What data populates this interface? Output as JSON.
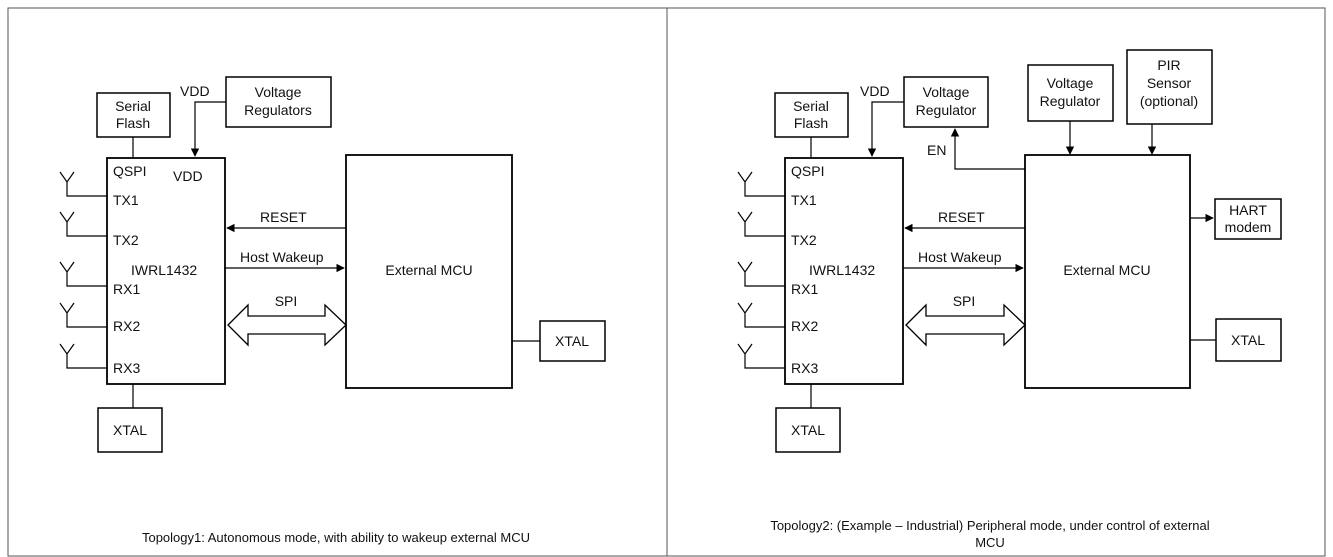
{
  "topology1": {
    "serial_flash": [
      "Serial",
      "Flash"
    ],
    "voltage_regulators": [
      "Voltage",
      "Regulators"
    ],
    "vdd_wire": "VDD",
    "qspi": "QSPI",
    "vdd_pin": "VDD",
    "tx1": "TX1",
    "tx2": "TX2",
    "chip": "IWRL1432",
    "rx1": "RX1",
    "rx2": "RX2",
    "rx3": "RX3",
    "xtal_chip": "XTAL",
    "reset": "RESET",
    "host_wakeup": "Host Wakeup",
    "spi": "SPI",
    "mcu": "External MCU",
    "xtal_mcu": "XTAL",
    "caption": "Topology1: Autonomous mode, with ability to wakeup external MCU"
  },
  "topology2": {
    "serial_flash": [
      "Serial",
      "Flash"
    ],
    "voltage_regulator_chip": [
      "Voltage",
      "Regulator"
    ],
    "vdd_wire": "VDD",
    "en": "EN",
    "voltage_regulator_mcu": [
      "Voltage",
      "Regulator"
    ],
    "pir_sensor": [
      "PIR",
      "Sensor",
      "(optional)"
    ],
    "qspi": "QSPI",
    "tx1": "TX1",
    "tx2": "TX2",
    "chip": "IWRL1432",
    "rx1": "RX1",
    "rx2": "RX2",
    "rx3": "RX3",
    "xtal_chip": "XTAL",
    "reset": "RESET",
    "host_wakeup": "Host Wakeup",
    "spi": "SPI",
    "mcu": "External MCU",
    "hart_modem": [
      "HART",
      "modem"
    ],
    "xtal_mcu": "XTAL",
    "caption": [
      "Topology2: (Example – Industrial) Peripheral mode, under control of external",
      "MCU"
    ]
  }
}
